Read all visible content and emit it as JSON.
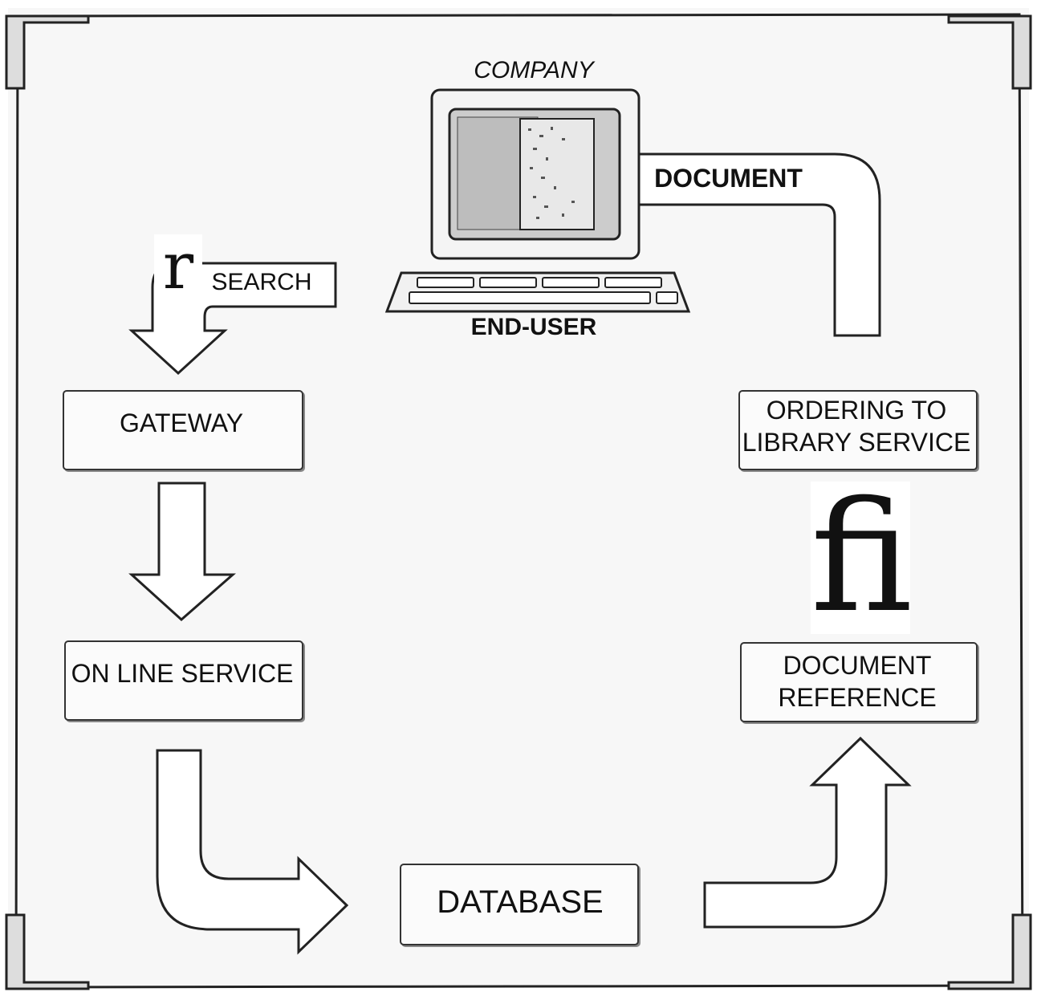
{
  "diagram": {
    "company_label": "COMPANY",
    "end_user_label": "END-USER",
    "document_arrow_label": "DOCUMENT",
    "search_label": "SEARCH",
    "search_glyph": "r",
    "ordering_glyph": "fi",
    "nodes": {
      "gateway": "GATEWAY",
      "online_service": "ON LINE SERVICE",
      "database": "DATABASE",
      "document_reference_line1": "DOCUMENT",
      "document_reference_line2": "REFERENCE",
      "ordering_line1": "ORDERING TO",
      "ordering_line2": "LIBRARY SERVICE"
    }
  }
}
